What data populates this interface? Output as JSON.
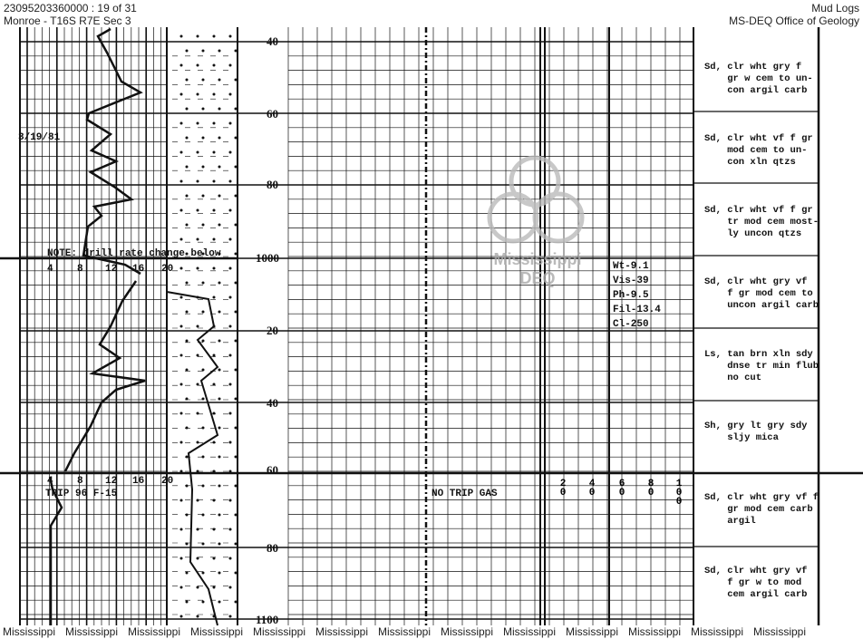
{
  "header": {
    "doc_id": "23095203360000 : 19 of 31",
    "location": "Monroe - T16S R7E Sec 3",
    "category": "Mud Logs",
    "office": "MS-DEQ Office of Geology"
  },
  "log": {
    "date_note": "3/19/81",
    "drill_note": "NOTE: drill rate change below",
    "scale_upper": [
      "4",
      "8",
      "12",
      "16",
      "20"
    ],
    "scale_lower": [
      "4",
      "8",
      "12",
      "16",
      "20"
    ],
    "trip_note": "TRIP 96 F-15",
    "depths": [
      "40",
      "60",
      "80",
      "1000",
      "20",
      "40",
      "60",
      "80",
      "1100"
    ],
    "mud_properties": [
      "Wt-9.1",
      "Vis-39",
      "Ph-9.5",
      "Fil-13.4",
      "Cl-250"
    ],
    "gas_note": "NO TRIP GAS",
    "gas_scale": [
      "20",
      "40",
      "60",
      "80",
      "100"
    ],
    "descriptions": [
      "Sd, clr wht gry f\n    gr w cem to un-\n    con argil carb",
      "Sd, clr wht vf f gr\n    mod cem to un-\n    con xln qtzs",
      "Sd, clr wht vf f gr\n    tr mod cem most-\n    ly uncon qtzs",
      "Sd, clr wht gry vf\n    f gr mod cem to\n    uncon argil carb",
      "Ls, tan brn xln sdy\n    dnse tr min flub\n    no cut",
      "Sh, gry lt gry sdy\n    sljy mica",
      "Sd, clr wht gry vf f\n    gr mod cem carb\n    argil",
      "Sd, clr wht gry vf\n    f gr w to mod\n    cem argil carb"
    ]
  },
  "watermark": {
    "line1": "Mississippi",
    "line2": "DEQ"
  },
  "footer": {
    "label": "Mississippi",
    "count": 13
  }
}
